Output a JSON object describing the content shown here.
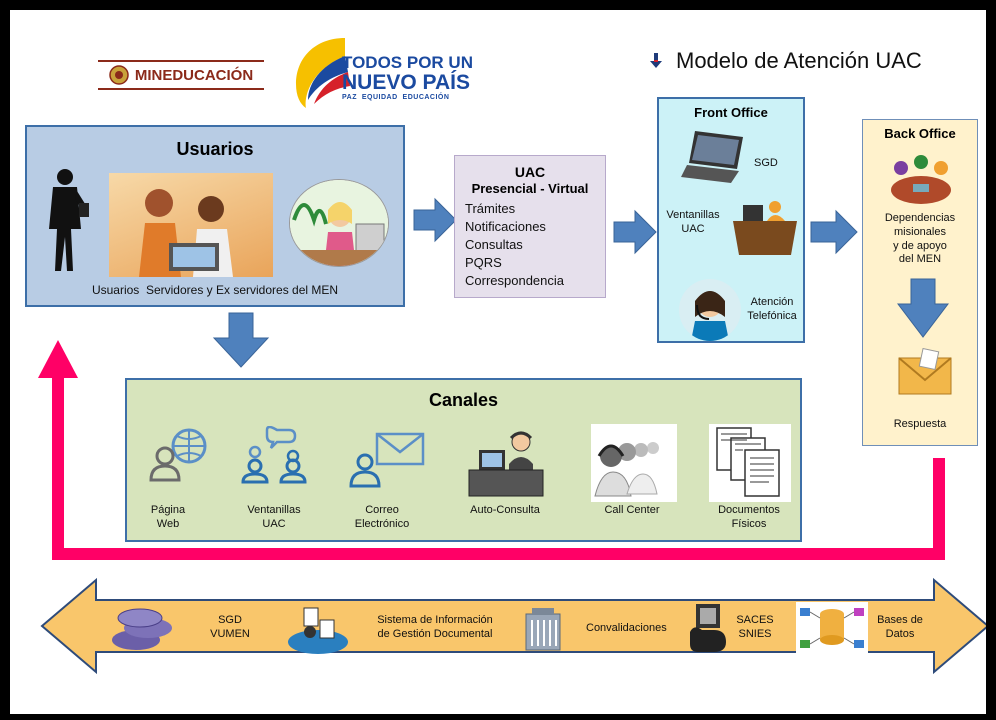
{
  "header": {
    "min_logo_text": "MINEDUCACIÓN",
    "gov_logo_line1": "TODOS POR UN",
    "gov_logo_line2": "NUEVO PAÍS",
    "gov_logo_line3": "PAZ  EQUIDAD  EDUCACIÓN",
    "title": "Modelo de Atención UAC"
  },
  "usuarios": {
    "title": "Usuarios",
    "caption": "Usuarios  Servidores y Ex servidores del MEN"
  },
  "uac": {
    "title": "UAC",
    "subtitle": "Presencial - Virtual",
    "items": [
      "Trámites",
      "Notificaciones",
      "Consultas",
      "PQRS",
      "Correspondencia"
    ]
  },
  "front_office": {
    "title": "Front Office",
    "sgd": "SGD",
    "ventanillas": "Ventanillas\nUAC",
    "atencion": "Atención\nTelefónica"
  },
  "back_office": {
    "title": "Back Office",
    "dependencias": "Dependencias\nmisionales\ny de apoyo\ndel MEN",
    "respuesta": "Respuesta"
  },
  "canales": {
    "title": "Canales",
    "items": [
      {
        "label": "Página\nWeb",
        "icon": "web-user-icon"
      },
      {
        "label": "Ventanillas\nUAC",
        "icon": "chat-users-icon"
      },
      {
        "label": "Correo\nElectrónico",
        "icon": "email-user-icon"
      },
      {
        "label": "Auto-Consulta",
        "icon": "desk-worker-icon"
      },
      {
        "label": "Call Center",
        "icon": "call-center-icon"
      },
      {
        "label": "Documentos\nFísicos",
        "icon": "documents-icon"
      }
    ]
  },
  "systems": {
    "sgd": "SGD\nVUMEN",
    "sistema": "Sistema de Información\nde Gestión Documental",
    "convalidaciones": "Convalidaciones",
    "saces": "SACES\nSNIES",
    "bases": "Bases de\nDatos"
  },
  "colors": {
    "usuarios_bg": "#b8cce4",
    "uac_bg": "#e6e0ec",
    "front_bg": "#ccf2f7",
    "back_bg": "#fff2cc",
    "canales_bg": "#d7e4bc",
    "arrow_blue": "#4f81bd",
    "feedback_pink": "#ff0066",
    "band_orange": "#f9c66b"
  }
}
